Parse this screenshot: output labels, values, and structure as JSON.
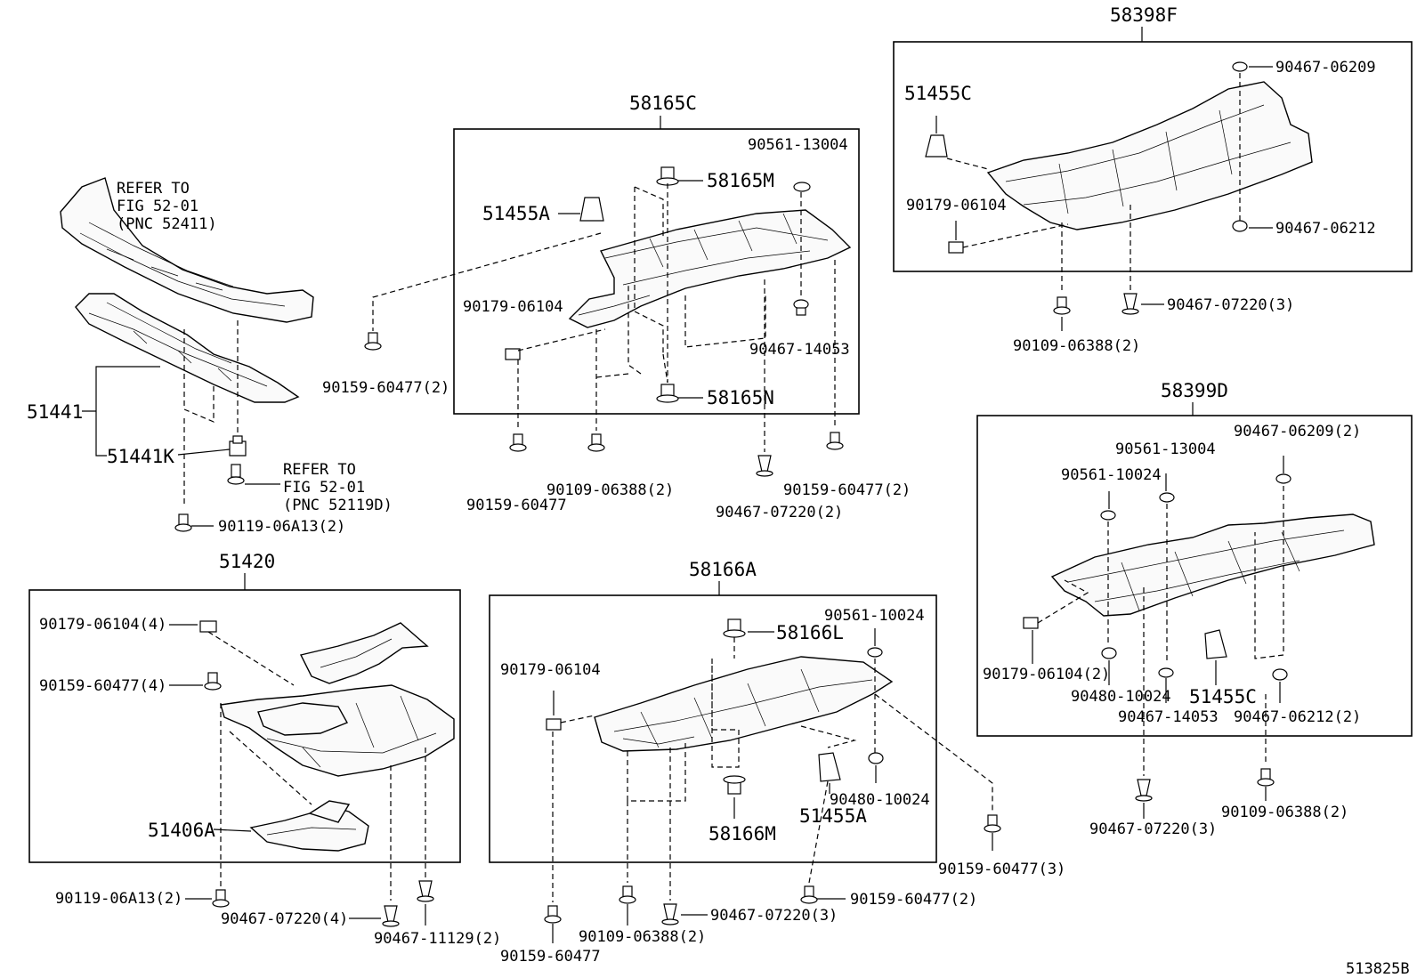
{
  "labels": {
    "b51441": "51441",
    "b51441k": "51441K",
    "b51420": "51420",
    "b51406a": "51406A",
    "b58165c": "58165C",
    "b51455a_1": "51455A",
    "b58165m": "58165M",
    "b58165n": "58165N",
    "b58166a": "58166A",
    "b58166l": "58166L",
    "b58166m": "58166M",
    "b51455a_2": "51455A",
    "b58398f": "58398F",
    "b51455c_1": "51455C",
    "b58399d": "58399D",
    "b51455c_2": "51455C",
    "refer1_l1": "REFER TO",
    "refer1_l2": "FIG 52-01",
    "refer1_l3": "(PNC 52411)",
    "refer2_l1": "REFER TO",
    "refer2_l2": "FIG 52-01",
    "refer2_l3": "(PNC 52119D)",
    "p_90119_06a13_2_a": "90119-06A13(2)",
    "p_90179_06104_4": "90179-06104(4)",
    "p_90159_60477_4": "90159-60477(4)",
    "p_90119_06a13_2_b": "90119-06A13(2)",
    "p_90467_07220_4": "90467-07220(4)",
    "p_90467_11129_2": "90467-11129(2)",
    "p_90159_60477_2_a": "90159-60477(2)",
    "p_90179_06104_a": "90179-06104",
    "p_90561_13004_a": "90561-13004",
    "p_90467_14053_a": "90467-14053",
    "p_90159_60477_a": "90159-60477",
    "p_90109_06388_2_a": "90109-06388(2)",
    "p_90467_07220_2": "90467-07220(2)",
    "p_90159_60477_2_b": "90159-60477(2)",
    "p_90179_06104_b": "90179-06104",
    "p_90561_10024_a": "90561-10024",
    "p_90480_10024_a": "90480-10024",
    "p_90159_60477_3": "90159-60477(3)",
    "p_90159_60477_2_c": "90159-60477(2)",
    "p_90467_07220_3_a": "90467-07220(3)",
    "p_90109_06388_2_b": "90109-06388(2)",
    "p_90159_60477_b": "90159-60477",
    "p_90467_06209": "90467-06209",
    "p_90179_06104_c": "90179-06104",
    "p_90467_06212": "90467-06212",
    "p_90467_07220_3_b": "90467-07220(3)",
    "p_90109_06388_2_c": "90109-06388(2)",
    "p_90467_06209_2": "90467-06209(2)",
    "p_90561_13004_b": "90561-13004",
    "p_90561_10024_b": "90561-10024",
    "p_90179_06104_2": "90179-06104(2)",
    "p_90480_10024_b": "90480-10024",
    "p_90467_14053_b": "90467-14053",
    "p_90467_06212_2": "90467-06212(2)",
    "p_90467_07220_3_c": "90467-07220(3)",
    "p_90109_06388_2_d": "90109-06388(2)",
    "figure_id": "513825B"
  }
}
